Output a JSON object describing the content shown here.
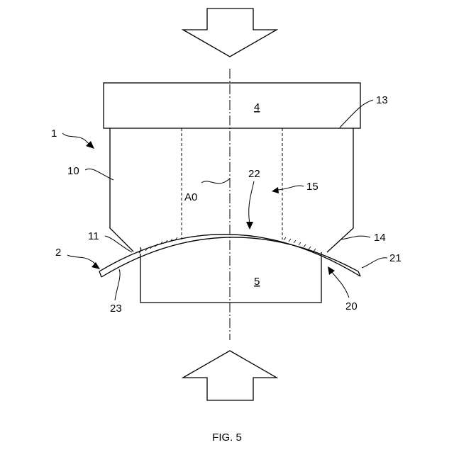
{
  "figure": {
    "caption": "FIG. 5",
    "labels": {
      "block_top": "4",
      "block_bottom": "5",
      "ref_1": "1",
      "ref_2": "2",
      "ref_10": "10",
      "ref_11": "11",
      "ref_13": "13",
      "ref_14": "14",
      "ref_15": "15",
      "ref_20": "20",
      "ref_21": "21",
      "ref_22": "22",
      "ref_23": "23",
      "axis": "A0"
    }
  }
}
